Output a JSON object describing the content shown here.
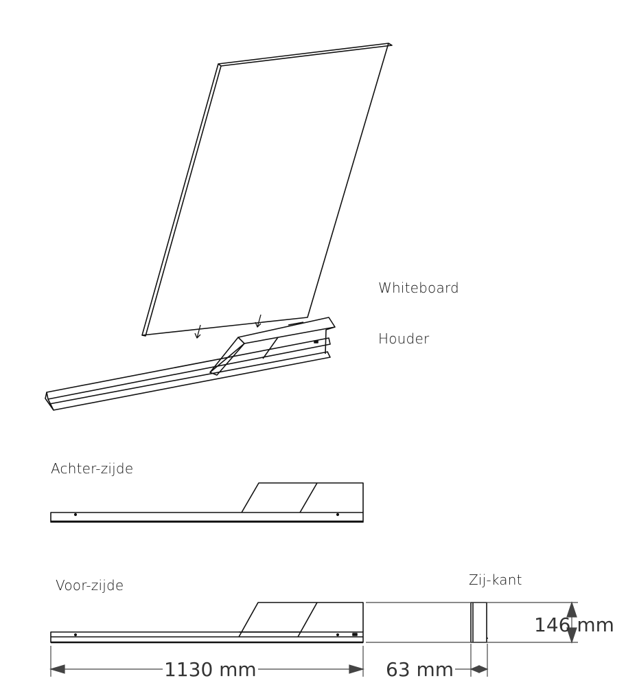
{
  "diagram": {
    "type": "technical-assembly-drawing",
    "subject": "Whiteboard with holder (houder)",
    "labels": {
      "whiteboard": "Whiteboard",
      "houder": "Houder",
      "achter_zijde": "Achter-zijde",
      "voor_zijde": "Voor-zijde",
      "zij_kant": "Zij-kant"
    },
    "dimensions": {
      "length": "1130 mm",
      "depth": "63 mm",
      "height": "146 mm"
    },
    "views": [
      {
        "name": "Isometric assembly",
        "parts": [
          "Whiteboard",
          "Houder"
        ],
        "arrows": 2
      },
      {
        "name": "Achter-zijde"
      },
      {
        "name": "Voor-zijde"
      },
      {
        "name": "Zij-kant"
      }
    ],
    "colors": {
      "line": "#111111",
      "dimension": "#444444",
      "background": "#ffffff"
    }
  }
}
